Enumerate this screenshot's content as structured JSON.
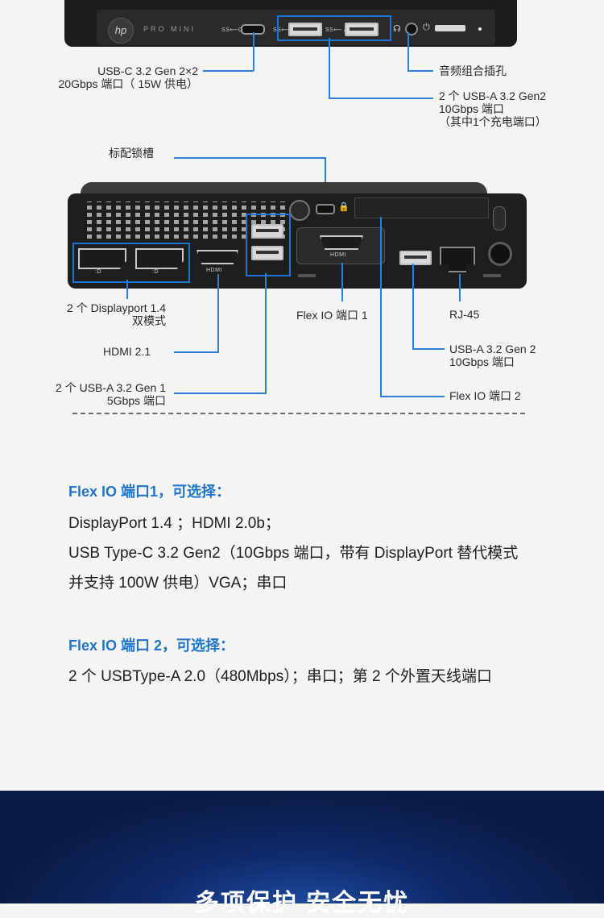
{
  "top_device": {
    "brand_logo": "hp",
    "model_text": "PRO MINI",
    "usb_c_tag": "SS⟵C",
    "usba_tag": "SS⟵ A"
  },
  "top_labels": {
    "usbc_line1": "USB-C 3.2 Gen 2×2",
    "usbc_line2": "20Gbps 端口（ 15W 供电）",
    "audio": "音频组合插孔",
    "usba_line1": "2 个 USB-A 3.2 Gen2",
    "usba_line2": "10Gbps 端口",
    "usba_line3": "（其中1个充电端口）",
    "lock_slot": "标配锁槽"
  },
  "rear_device": {
    "hdmi_port_label": "HDMI",
    "flex_hdmi_label": "HDMI"
  },
  "rear_labels": {
    "dp_line1": "2 个 Displayport 1.4",
    "dp_line2": "双模式",
    "hdmi": "HDMI 2.1",
    "usb_gen1_line1": "2 个 USB-A 3.2 Gen 1",
    "usb_gen1_line2": "5Gbps 端口",
    "flex_io1": "Flex IO 端口 1",
    "rj45": "RJ-45",
    "usb_gen2_line1": "USB-A 3.2 Gen 2",
    "usb_gen2_line2": "10Gbps 端口",
    "flex_io2": "Flex IO  端口 2"
  },
  "flex_options": {
    "port1_title": "Flex IO 端口1，可选择：",
    "port1_line1": "DisplayPort 1.4 ；HDMI 2.0b；",
    "port1_line2": "USB Type-C 3.2 Gen2（10Gbps 端口，带有 DisplayPort 替代模式",
    "port1_line3": "并支持 100W 供电）VGA；串口",
    "port2_title": "Flex IO 端口 2，可选择：",
    "port2_line1": "2 个 USBType-A 2.0（480Mbps）；串口；第 2 个外置天线端口"
  },
  "footer": {
    "title": "多项保护 安全无忧"
  },
  "colors": {
    "accent": "#1f76c9",
    "line": "#2f7fd6",
    "device": "#1e1e1e",
    "footer_bg": "#0a1c46"
  }
}
